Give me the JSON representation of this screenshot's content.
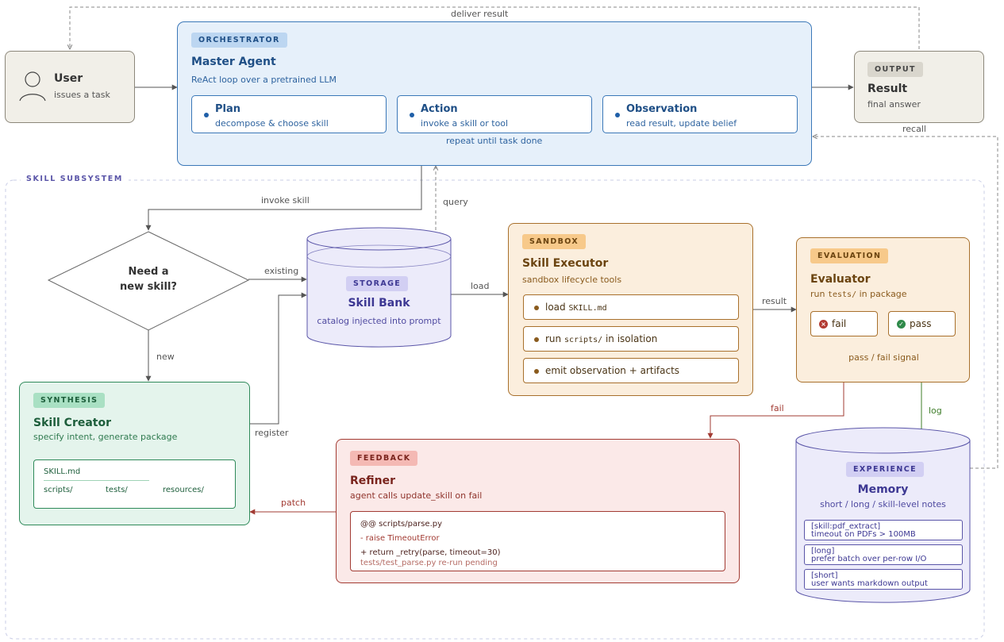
{
  "orchestrator": {
    "tag": "ORCHESTRATOR",
    "title": "Master Agent",
    "subtitle": "ReAct loop over a pretrained LLM",
    "steps": [
      {
        "title": "Plan",
        "desc": "decompose & choose skill"
      },
      {
        "title": "Action",
        "desc": "invoke a skill or tool"
      },
      {
        "title": "Observation",
        "desc": "read result, update belief"
      }
    ],
    "loop_label": "repeat until task done"
  },
  "user": {
    "title": "User",
    "desc": "issues a task",
    "icon": "user-icon"
  },
  "output": {
    "tag": "OUTPUT",
    "title": "Result",
    "desc": "final answer"
  },
  "edges": {
    "deliver_result": "deliver result",
    "recall": "recall",
    "invoke_skill": "invoke skill",
    "query": "query",
    "existing": "existing",
    "new": "new",
    "load": "load",
    "result": "result",
    "register": "register",
    "fail": "fail",
    "log": "log",
    "patch": "patch"
  },
  "subsystem": {
    "label": "SKILL SUBSYSTEM"
  },
  "decision": {
    "line1": "Need a",
    "line2": "new skill?"
  },
  "skill_bank": {
    "tag": "STORAGE",
    "title": "Skill Bank",
    "desc": "catalog injected into prompt"
  },
  "executor": {
    "tag": "SANDBOX",
    "title": "Skill Executor",
    "desc": "sandbox lifecycle tools",
    "items": [
      {
        "pre": "load ",
        "code": "SKILL.md",
        "post": ""
      },
      {
        "pre": "run ",
        "code": "scripts/",
        "post": " in isolation"
      },
      {
        "pre": "emit observation + artifacts",
        "code": "",
        "post": ""
      }
    ]
  },
  "evaluator": {
    "tag": "EVALUATION",
    "title": "Evaluator",
    "desc_pre": "run ",
    "desc_code": "tests/",
    "desc_post": " in package",
    "fail_label": "fail",
    "pass_label": "pass",
    "signal": "pass / fail signal"
  },
  "creator": {
    "tag": "SYNTHESIS",
    "title": "Skill Creator",
    "desc": "specify intent, generate package",
    "files": {
      "top": "SKILL.md",
      "a": "scripts/",
      "b": "tests/",
      "c": "resources/"
    }
  },
  "refiner": {
    "tag": "FEEDBACK",
    "title": "Refiner",
    "desc": "agent calls update_skill on fail",
    "code": {
      "header": "@@ scripts/parse.py",
      "removed": "- raise TimeoutError",
      "added": "+ return _retry(parse, timeout=30)",
      "note": "tests/test_parse.py re-run pending"
    }
  },
  "memory": {
    "tag": "EXPERIENCE",
    "title": "Memory",
    "desc": "short / long / skill-level notes",
    "notes": [
      {
        "key": "[skill:pdf_extract]",
        "text": "timeout on PDFs > 100MB"
      },
      {
        "key": "[long]",
        "text": "prefer batch over per-row I/O"
      },
      {
        "key": "[short]",
        "text": "user wants markdown output"
      }
    ]
  },
  "colors": {
    "orchestrator_fill": "#e6f0fa",
    "orchestrator_stroke": "#3b78b8",
    "user_fill": "#f1efe8",
    "storage_fill": "#ecebfa",
    "storage_stroke": "#5a55a8",
    "sandbox_fill": "#fbeedd",
    "sandbox_stroke": "#a8702c",
    "synthesis_fill": "#e4f4ec",
    "synthesis_stroke": "#2f8a5a",
    "feedback_fill": "#fbe9e8",
    "feedback_stroke": "#a23b33"
  }
}
